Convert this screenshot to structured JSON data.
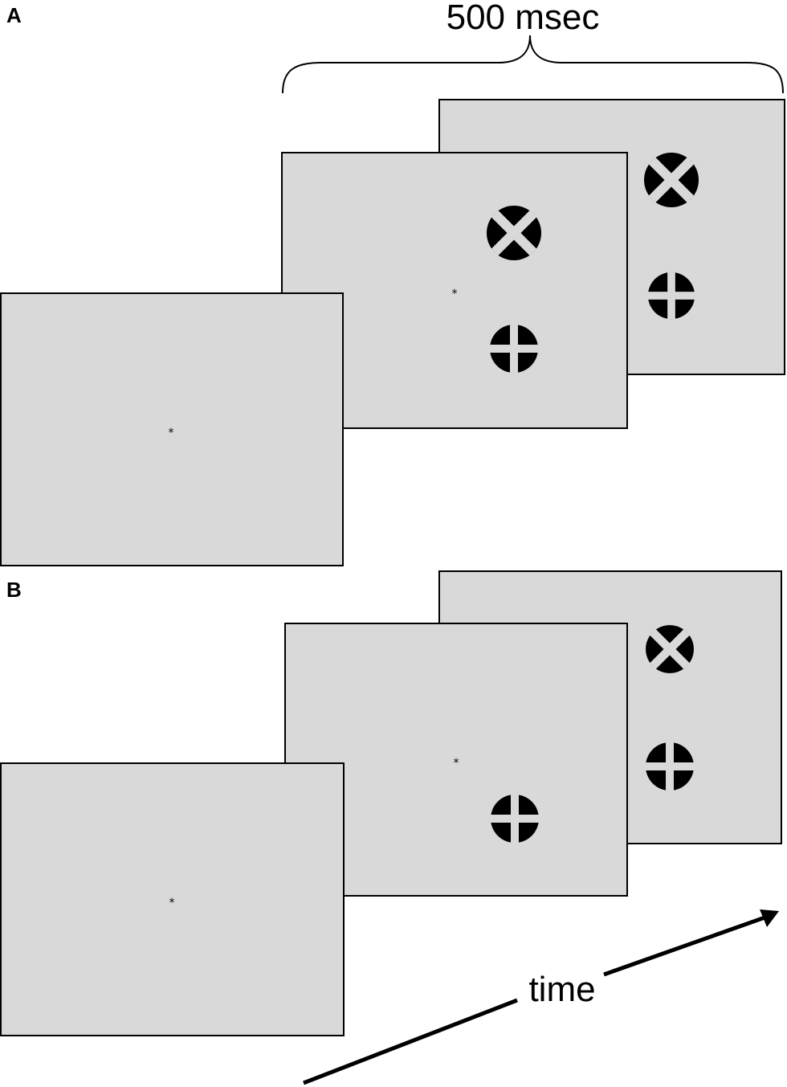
{
  "colors": {
    "screen_fill": "#d9d9d9",
    "stroke": "#000000",
    "stimulus_fill": "#000000",
    "stimulus_bar": "#d9d9d9"
  },
  "panel_a": {
    "label": "A",
    "duration_label": "500 msec",
    "frames": [
      {
        "name": "fixation-screen",
        "fixation_symbol": "*",
        "stimuli": []
      },
      {
        "name": "stimulus-screen-1",
        "fixation_symbol": "*",
        "stimuli": [
          "x-cross-icon",
          "plus-cross-icon"
        ]
      },
      {
        "name": "stimulus-screen-2",
        "fixation_symbol": "",
        "stimuli": [
          "x-cross-icon",
          "plus-cross-icon"
        ]
      }
    ]
  },
  "panel_b": {
    "label": "B",
    "frames": [
      {
        "name": "fixation-screen",
        "fixation_symbol": "*",
        "stimuli": []
      },
      {
        "name": "stimulus-screen-1",
        "fixation_symbol": "*",
        "stimuli": [
          "plus-cross-icon"
        ]
      },
      {
        "name": "stimulus-screen-2",
        "fixation_symbol": "",
        "stimuli": [
          "x-cross-icon",
          "plus-cross-icon"
        ]
      }
    ]
  },
  "time_axis": {
    "label": "time",
    "icon": "arrow-right-icon"
  }
}
